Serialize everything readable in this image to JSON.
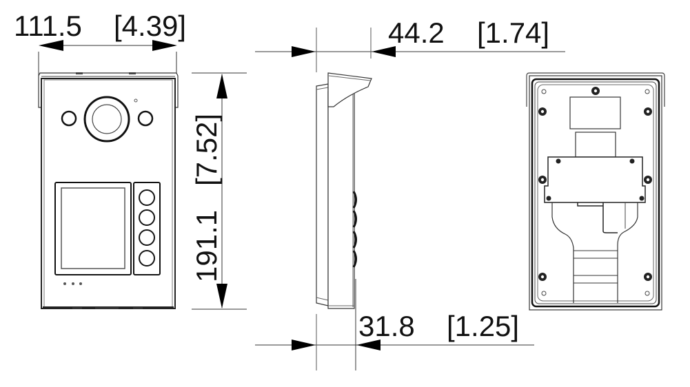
{
  "drawing": {
    "title": "Door station dimension drawing",
    "views": [
      "front-view",
      "side-view",
      "rear-view"
    ]
  },
  "dimensions": {
    "width": {
      "mm": "111.5",
      "in": "[4.39]"
    },
    "height": {
      "mm": "191.1",
      "in": "[7.52]"
    },
    "depth_top": {
      "mm": "44.2",
      "in": "[1.74]"
    },
    "depth_bottom": {
      "mm": "31.8",
      "in": "[1.25]"
    }
  },
  "front_view": {
    "camera": "camera-lens",
    "ir_lights": 2,
    "call_buttons": 4,
    "indicator_dots": 3,
    "display": "lcd-screen"
  },
  "rear_view": {
    "mounting_screws": 8,
    "board_screws": 4,
    "corner_holes": 4
  },
  "colors": {
    "line": "#222222",
    "background": "#ffffff"
  }
}
